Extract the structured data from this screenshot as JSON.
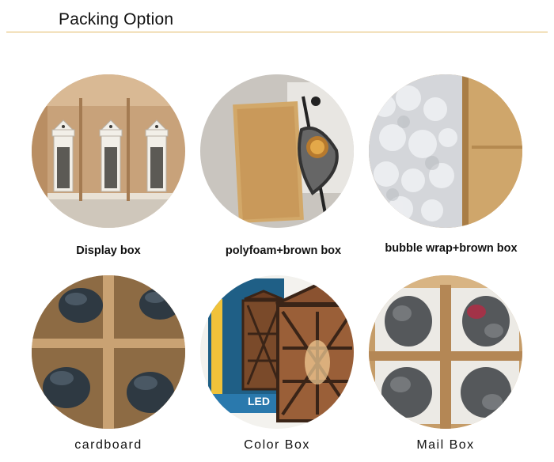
{
  "heading": "Packing Option",
  "accent_color": "#e3b965",
  "options": [
    {
      "label": "Display box",
      "image": "white-lanterns-in-display-box-photo"
    },
    {
      "label": "polyfoam+brown box",
      "image": "lantern-with-polyfoam-and-brown-box-photo"
    },
    {
      "label": "bubble wrap+brown box",
      "image": "bubble-wrap-and-brown-box-photo"
    },
    {
      "label": "cardboard",
      "image": "lanterns-in-cardboard-dividers-photo"
    },
    {
      "label": "Color Box",
      "image": "color-box-with-copper-lantern-photo"
    },
    {
      "label": "Mail Box",
      "image": "wrapped-lanterns-in-mail-box-photo"
    }
  ],
  "color_box_print": "LED"
}
